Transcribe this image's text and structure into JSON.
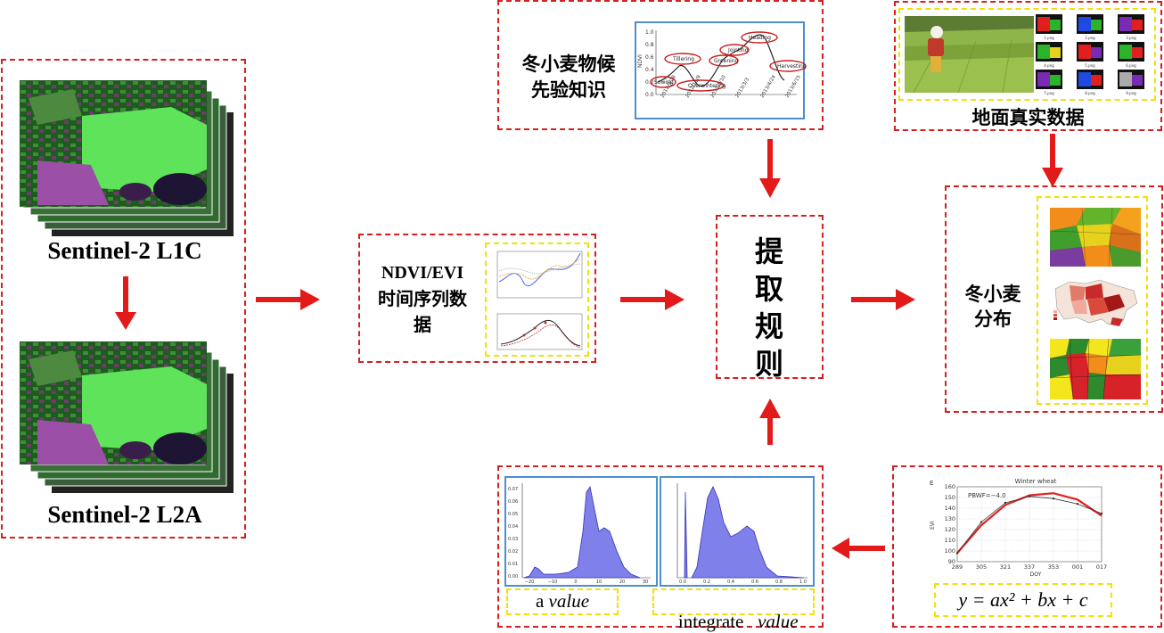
{
  "satellite": {
    "l1c_label": "Sentinel-2 L1C",
    "l2a_label": "Sentinel-2 L2A"
  },
  "timeseries": {
    "label_line1": "NDVI/EVI",
    "label_line2": "时间序列数",
    "label_line3": "据"
  },
  "phenology": {
    "label_line1": "冬小麦物候",
    "label_line2": "先验知识",
    "chart": {
      "ylabel": "NDVI",
      "yticks": [
        "1.0",
        "0.8",
        "0.6",
        "0.4",
        "0.2",
        "0.0"
      ],
      "xticks": [
        "2012/9/28",
        "2012/11/9",
        "2013/1/10",
        "2013/3/3",
        "2013/4/24",
        "2013/6/15"
      ],
      "stages": [
        "Tillering",
        "Greening",
        "Jointing",
        "Heading",
        "Harvesting",
        "Overwintering",
        "Sowing"
      ]
    }
  },
  "ground_truth": {
    "label": "地面真实数据",
    "thumb_captions": [
      "1.png",
      "2.png",
      "3.png",
      "4.png",
      "5.png",
      "6.png",
      "7.png",
      "8.png",
      "9.png"
    ]
  },
  "rule": {
    "chars": [
      "提",
      "取",
      "规",
      "则"
    ]
  },
  "distribution": {
    "label_line1": "冬小麦",
    "label_line2": "分布"
  },
  "histograms": {
    "left_caption_plain": "a ",
    "left_caption_italic": "value",
    "right_caption_plain": "integrate ",
    "right_caption_italic": "value",
    "left_yticks": [
      "0.07",
      "0.06",
      "0.05",
      "0.04",
      "0.03",
      "0.02",
      "0.01",
      "0.00"
    ],
    "left_xticks": [
      "−20",
      "−10",
      "0",
      "10",
      "20",
      "30"
    ],
    "right_xticks": [
      "0.0",
      "0.2",
      "0.4",
      "0.6",
      "0.8",
      "1.0"
    ]
  },
  "winter_wheat_chart": {
    "title": "Winter wheat",
    "ylabel": "EVI",
    "xlabel": "DOY",
    "annotation": "PBWF=−4.0",
    "corner_label": "E",
    "chart_data": {
      "type": "line",
      "title": "Winter wheat",
      "xlabel": "DOY",
      "ylabel": "EVI",
      "categories": [
        "289",
        "305",
        "321",
        "337",
        "353",
        "001",
        "017"
      ],
      "ylim": [
        90,
        160
      ],
      "yticks": [
        "160",
        "150",
        "140",
        "130",
        "120",
        "110",
        "100",
        "90"
      ],
      "series": [
        {
          "values": [
            98,
            124,
            143,
            152,
            154,
            148,
            133
          ],
          "color": "#e02020"
        },
        {
          "values": [
            98,
            127,
            145,
            151,
            149,
            144,
            135
          ],
          "color": "#333333"
        }
      ]
    },
    "formula": "y = ax² + bx + c"
  },
  "colors": {
    "arrow": "#e31a1a",
    "dashed_border": "#d62020",
    "yellow_border": "#f2e200",
    "chart_frame": "#4a8fce",
    "histogram_fill": "#8080ea"
  }
}
